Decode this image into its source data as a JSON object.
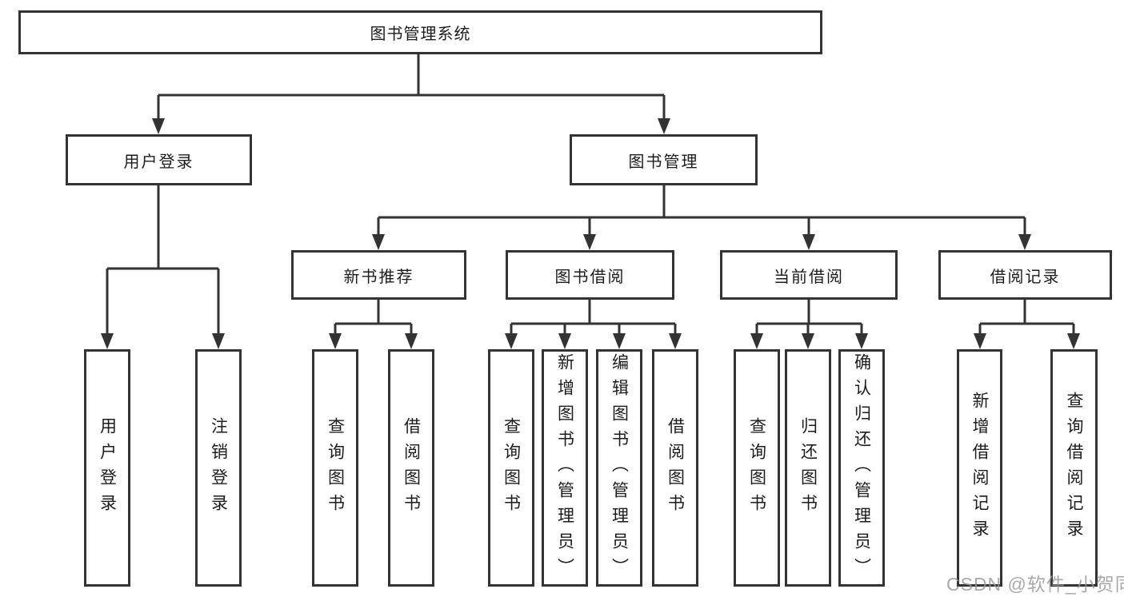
{
  "tree": {
    "label": "图书管理系统",
    "children": [
      {
        "label": "用户登录",
        "children": [
          {
            "label": "用户登录"
          },
          {
            "label": "注销登录"
          }
        ]
      },
      {
        "label": "图书管理",
        "children": [
          {
            "label": "新书推荐",
            "children": [
              {
                "label": "查询图书"
              },
              {
                "label": "借阅图书"
              }
            ]
          },
          {
            "label": "图书借阅",
            "children": [
              {
                "label": "查询图书"
              },
              {
                "label": "新增图书（管理员）"
              },
              {
                "label": "编辑图书（管理员）"
              },
              {
                "label": "借阅图书"
              }
            ]
          },
          {
            "label": "当前借阅",
            "children": [
              {
                "label": "查询图书"
              },
              {
                "label": "归还图书"
              },
              {
                "label": "确认归还（管理员）"
              }
            ]
          },
          {
            "label": "借阅记录",
            "children": [
              {
                "label": "新增借阅记录"
              },
              {
                "label": "查询借阅记录"
              }
            ]
          }
        ]
      }
    ]
  },
  "watermark": "CSDN @软件_小贺同学",
  "colors": {
    "line": "#333333",
    "box_border": "#333333",
    "box_fill": "#ffffff",
    "text": "#1c1c1c",
    "watermark": "#b3b3b3"
  }
}
